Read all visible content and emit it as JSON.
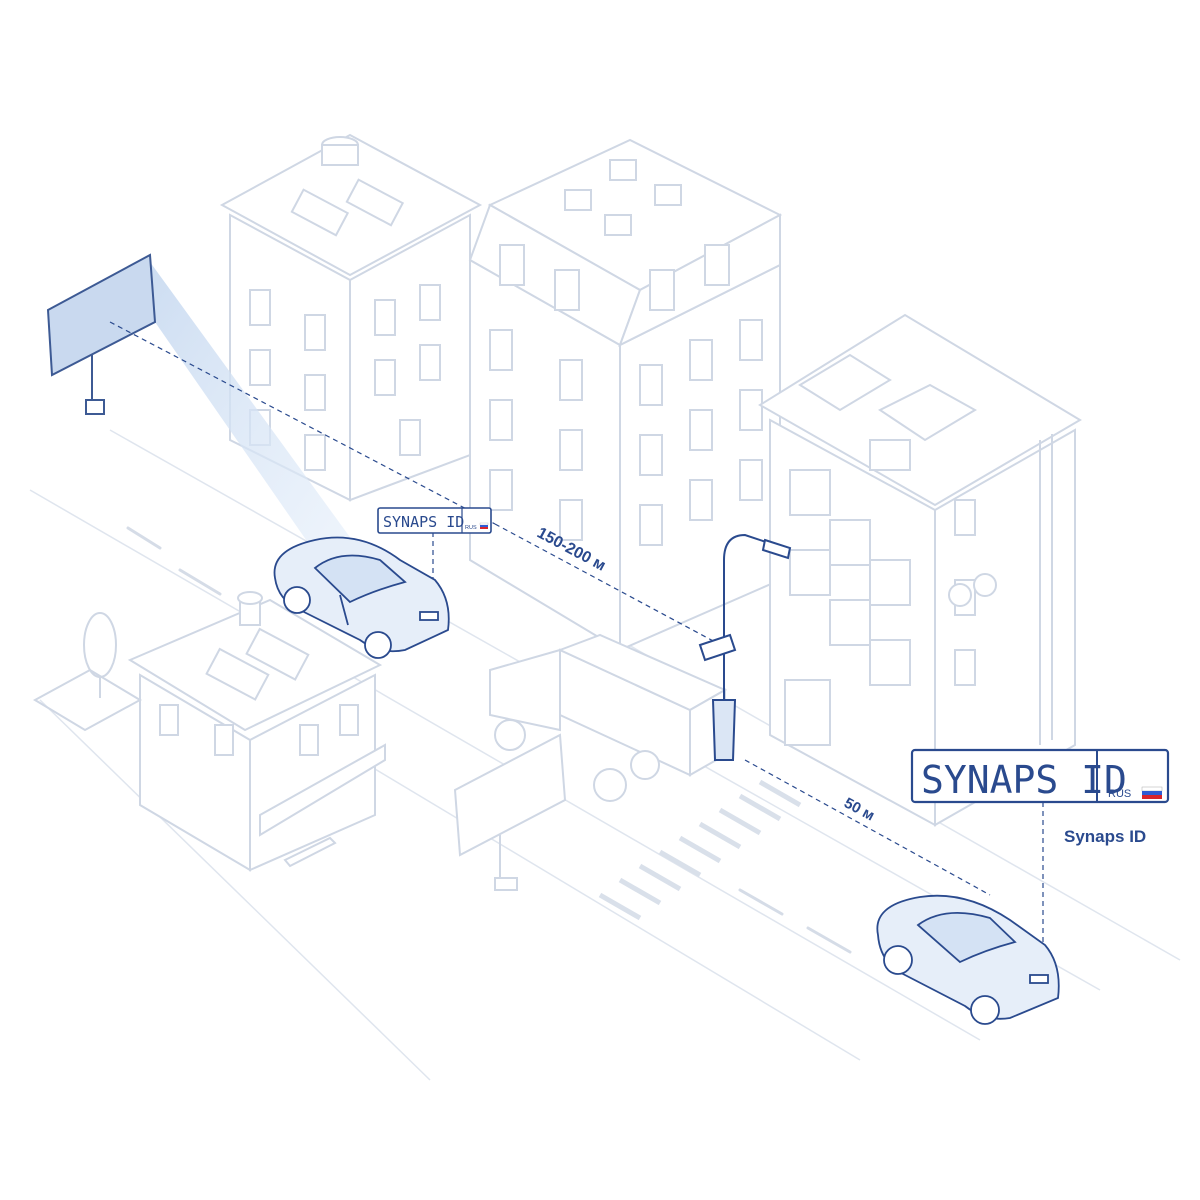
{
  "plate_small": {
    "main": "SYNAPS ID",
    "country": "RUS"
  },
  "plate_large": {
    "main": "SYNAPS ID",
    "country": "RUS"
  },
  "distance_far": "150-200 м",
  "distance_near": "50 м",
  "caption": "Synaps ID",
  "colors": {
    "line": "#c9d3e3",
    "accent": "#2a4a8e",
    "beam": "#dbe7f6",
    "car_fill": "#e6eef9",
    "flag_white": "#ffffff",
    "flag_blue": "#2f5bd3",
    "flag_red": "#d9242b"
  },
  "icons": [
    "billboard-icon",
    "car-icon",
    "truck-icon",
    "street-lamp-camera-icon",
    "tree-icon",
    "bench-icon"
  ]
}
